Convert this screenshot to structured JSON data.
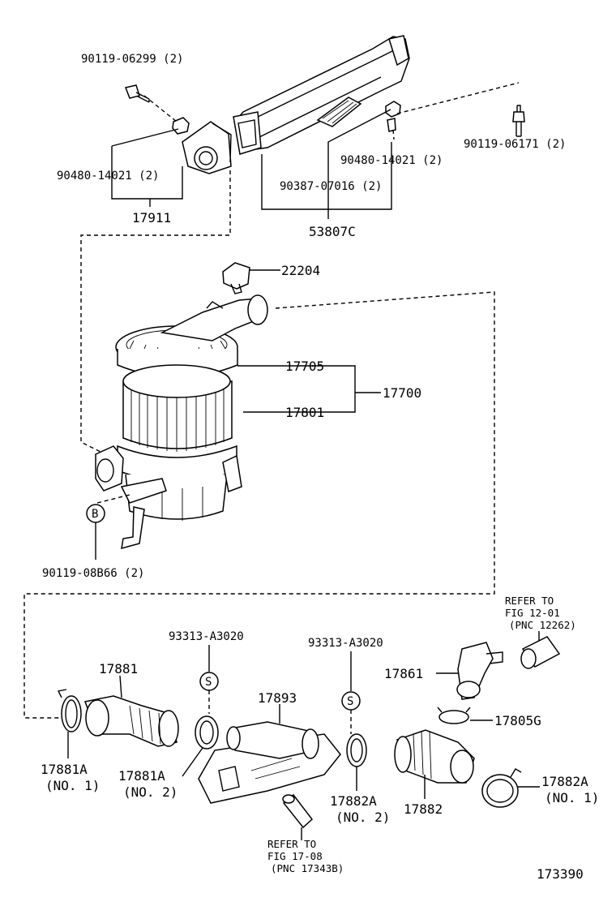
{
  "labels": {
    "p90119_06299": "90119-06299 (2)",
    "p90480_14021_left": "90480-14021 (2)",
    "p17911": "17911",
    "p90119_06171": "90119-06171 (2)",
    "p90480_14021_right": "90480-14021 (2)",
    "p90387_07016": "90387-07016 (2)",
    "p53807C": "53807C",
    "p22204": "22204",
    "p17705": "17705",
    "p17801": "17801",
    "p17700": "17700",
    "circle_b": "B",
    "p90119_08B66": "90119-08B66 (2)",
    "refer1_a": "REFER TO",
    "refer1_b": "FIG 12-01",
    "refer1_c": "(PNC 12262)",
    "p93313_a": "93313-A3020",
    "p93313_b": "93313-A3020",
    "circle_s1": "S",
    "circle_s2": "S",
    "p17881": "17881",
    "p17893": "17893",
    "p17861": "17861",
    "p17805G": "17805G",
    "p17881A_1": "17881A",
    "p17881A_1n": "(NO. 1)",
    "p17881A_2": "17881A",
    "p17881A_2n": "(NO. 2)",
    "p17882A_2": "17882A",
    "p17882A_2n": "(NO. 2)",
    "p17882": "17882",
    "p17882A_1": "17882A",
    "p17882A_1n": "(NO. 1)",
    "refer2_a": "REFER TO",
    "refer2_b": "FIG 17-08",
    "refer2_c": "(PNC 17343B)",
    "figure_number": "173390"
  }
}
